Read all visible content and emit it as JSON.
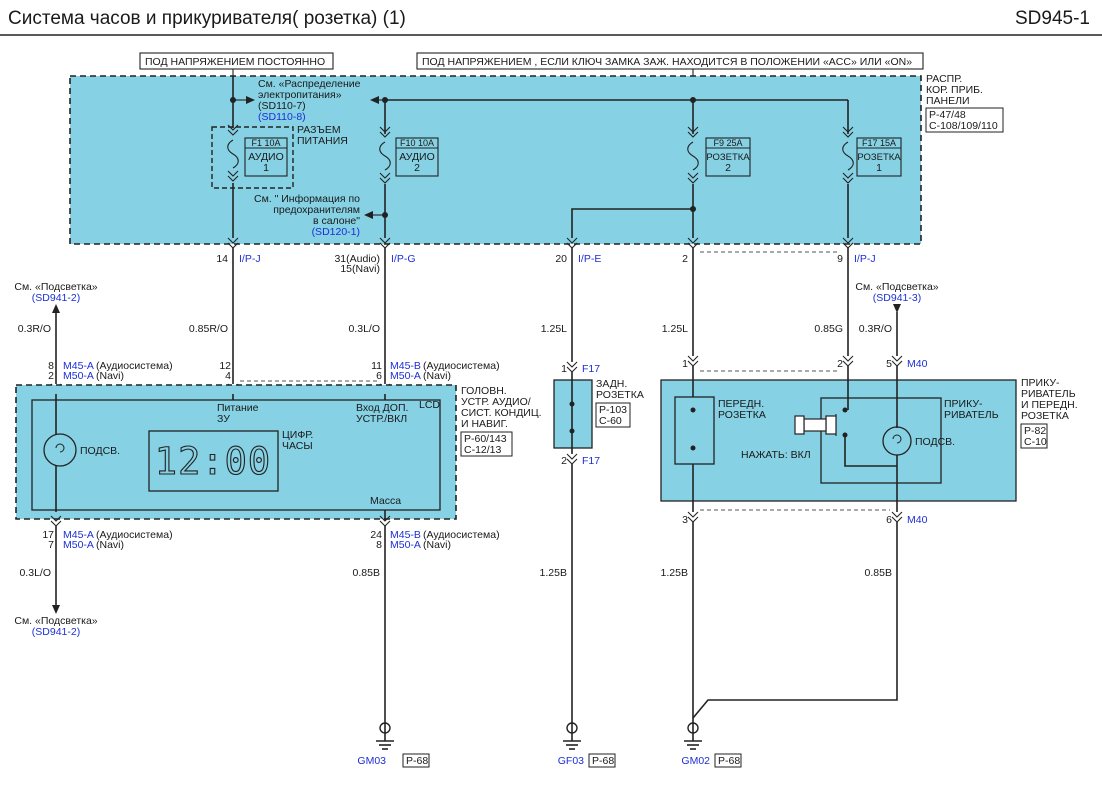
{
  "header": {
    "title": "Система часов и прикуривателя( розетка) (1)",
    "code": "SD945-1"
  },
  "banners": {
    "constant": "ПОД НАПРЯЖЕНИЕМ  ПОСТОЯННО",
    "acc": "ПОД НАПРЯЖЕНИЕМ , ЕСЛИ КЛЮЧ ЗАМКА ЗАЖ. НАХОДИТСЯ  В ПОЛОЖЕНИИ  «ACC» ИЛИ «ON»"
  },
  "fuse_box": {
    "label": [
      "РАСПР.",
      "КОР. ПРИБ.",
      "ПАНЕЛИ"
    ],
    "ref": [
      "P-47/48",
      "C-108/109/110"
    ],
    "see_power_lines": [
      "См. «Распределение",
      "электропитания»",
      "(SD110-7)"
    ],
    "see_power_link": "(SD110-8)",
    "connector_label": [
      "РАЗЪЕМ",
      "ПИТАНИЯ"
    ],
    "see_fuse_lines": [
      "См. \" Информация по",
      "предохранителям",
      "в салоне\""
    ],
    "see_fuse_link": "(SD120-1)",
    "fuses": [
      {
        "rating": "F1 10A",
        "name": [
          "АУДИО",
          "1"
        ]
      },
      {
        "rating": "F10 10A",
        "name": [
          "АУДИО",
          "2"
        ]
      },
      {
        "rating": "F9 25A",
        "name": [
          "РОЗЕТКА",
          "2"
        ]
      },
      {
        "rating": "F17 15A",
        "name": [
          "РОЗЕТКА",
          "1"
        ]
      }
    ],
    "pins": [
      {
        "pin": "14",
        "conn": "I/P-J"
      },
      {
        "pin": "31(Audio)",
        "pin2": "15(Navi)",
        "conn": "I/P-G"
      },
      {
        "pin": "20",
        "conn": "I/P-E"
      },
      {
        "pin": "2",
        "conn": ""
      },
      {
        "pin": "9",
        "conn": "I/P-J"
      }
    ]
  },
  "wires": {
    "w1": "0.3R/O",
    "w2": "0.85R/O",
    "w3": "0.3L/O",
    "w4": "1.25L",
    "w5": "1.25L",
    "w6": "0.85G",
    "w7": "0.3R/O",
    "b1": "0.3L/O",
    "b2": "0.85B",
    "b3": "1.25B",
    "b4": "1.25B",
    "b5": "0.85B"
  },
  "refs": {
    "illum_top_left": {
      "see": "См. «Подсветка»",
      "code": "(SD941-2)"
    },
    "illum_top_right": {
      "see": "См. «Подсветка»",
      "code": "(SD941-3)"
    },
    "illum_bottom_left": {
      "see": "См. «Подсветка»",
      "code": "(SD941-2)"
    }
  },
  "head_unit": {
    "pins_top": [
      {
        "p1": "8",
        "p2": "2",
        "c1": "M45-A",
        "t1": "(Аудиосистема)",
        "c2": "M50-A",
        "t2": "(Navi)"
      },
      {
        "p1": "12",
        "p2": "4"
      },
      {
        "p1": "11",
        "p2": "6",
        "c1": "M45-B",
        "t1": "(Аудиосистема)",
        "c2": "M50-A",
        "t2": "(Navi)"
      }
    ],
    "pins_bottom": [
      {
        "p1": "17",
        "p2": "7",
        "c1": "M45-A",
        "t1": "(Аудиосистема)",
        "c2": "M50-A",
        "t2": "(Navi)"
      },
      {
        "p1": "24",
        "p2": "8",
        "c1": "M45-B",
        "t1": "(Аудиосистема)",
        "c2": "M50-A",
        "t2": "(Navi)"
      }
    ],
    "power_label": [
      "Питание",
      "ЗУ"
    ],
    "aux_label": [
      "Вход ДОП.",
      "УСТР./ВКЛ"
    ],
    "lcd": "LCD",
    "illum": "ПОДСВ.",
    "clock_label": [
      "ЦИФР.",
      "ЧАСЫ"
    ],
    "clock_display": "12:00",
    "ground_label": "Масса",
    "name": [
      "ГОЛОВН.",
      "УСТР. АУДИО/",
      "СИСТ. КОНДИЦ.",
      "И НАВИГ."
    ],
    "ref": [
      "P-60/143",
      "C-12/13"
    ]
  },
  "rear_socket": {
    "pin_top": "1",
    "pin_bottom": "2",
    "conn": "F17",
    "name": [
      "ЗАДН.",
      "РОЗЕТКА"
    ],
    "ref": [
      "P-103",
      "C-60"
    ]
  },
  "lighter_assy": {
    "pins_top": [
      {
        "pin": "1"
      },
      {
        "pin": "2"
      },
      {
        "pin": "5",
        "conn": "M40"
      }
    ],
    "pins_bottom": [
      {
        "pin": "3"
      },
      {
        "pin": "6",
        "conn": "M40"
      }
    ],
    "front_socket": [
      "ПЕРЕДН.",
      "РОЗЕТКА"
    ],
    "lighter": [
      "ПРИКУ-",
      "РИВАТЕЛЬ"
    ],
    "press": "НАЖАТЬ: ВКЛ",
    "illum": "ПОДСВ.",
    "name": [
      "ПРИКУ-",
      "РИВАТЕЛЬ",
      "И ПЕРЕДН.",
      "РОЗЕТКА"
    ],
    "ref": [
      "P-82",
      "C-10"
    ]
  },
  "grounds": [
    {
      "name": "GM03",
      "ref": "P-68"
    },
    {
      "name": "GF03",
      "ref": "P-68"
    },
    {
      "name": "GM02",
      "ref": "P-68"
    }
  ]
}
